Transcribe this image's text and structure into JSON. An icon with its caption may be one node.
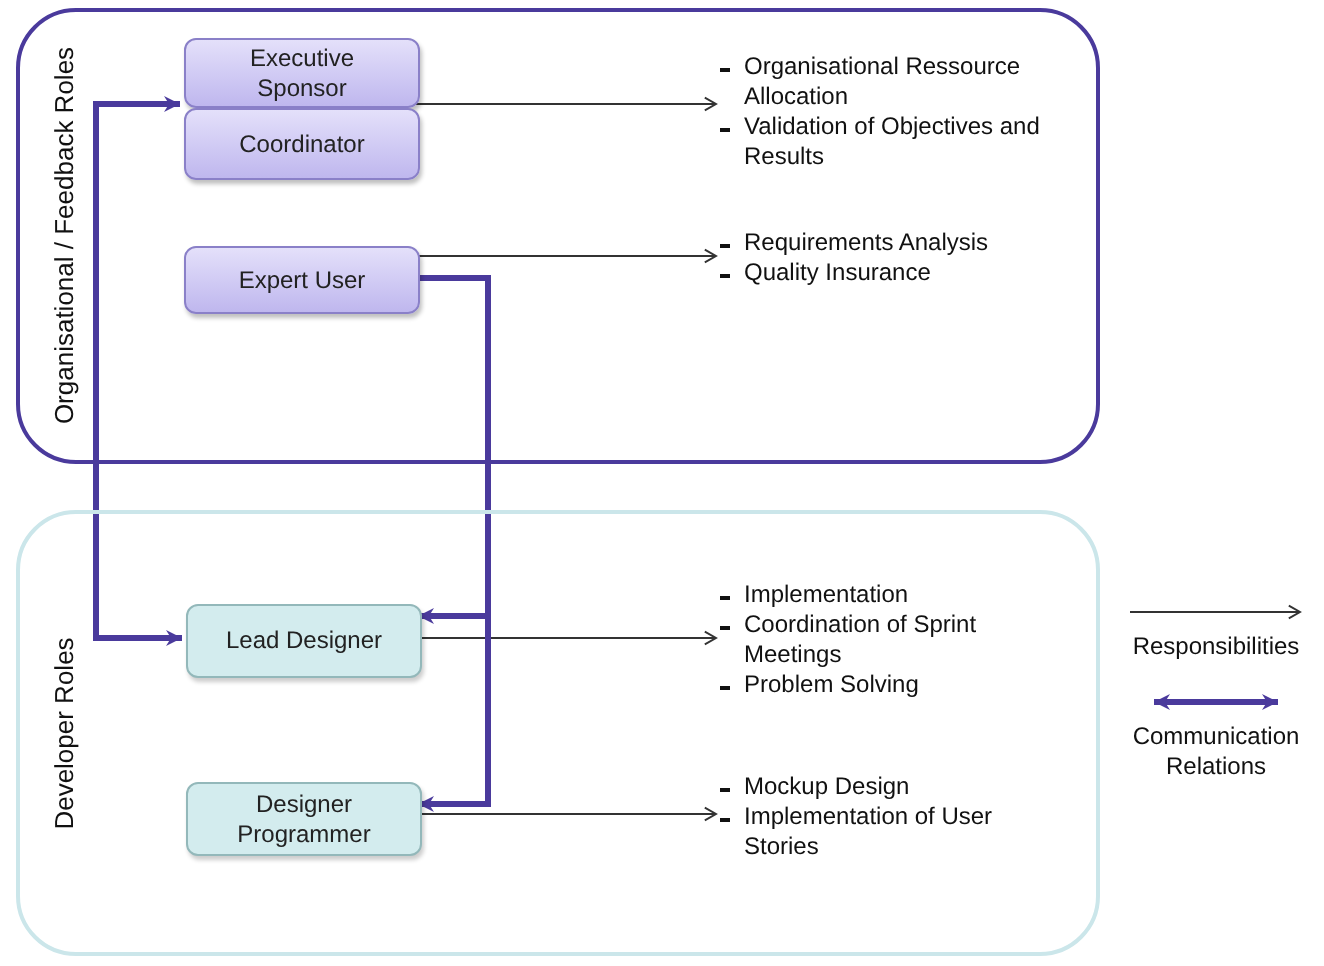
{
  "diagram": {
    "nodes": [
      {
        "text": [
          "Organisational / Feedback Roles"
        ]
      },
      {
        "text": [
          "Executive Sponsor"
        ],
        "in": 0
      },
      {
        "text": [
          "Coordinator"
        ],
        "in": 0
      },
      {
        "text": [
          "Expert User"
        ],
        "in": 0
      },
      {
        "text": [
          "Organisational Ressource Allocation",
          "Validation of Objectives and Results"
        ],
        "in": 0
      },
      {
        "text": [
          "Requirements Analysis",
          "Quality Insurance"
        ],
        "in": 0
      },
      {
        "text": [
          "Developer Roles"
        ]
      },
      {
        "text": [
          "Lead Designer"
        ],
        "in": 6
      },
      {
        "text": [
          "Designer Programmer"
        ],
        "in": 6
      },
      {
        "text": [
          "Implementation",
          "Coordination of Sprint Meetings",
          "Problem Solving"
        ],
        "in": 6
      },
      {
        "text": [
          "Mockup Design",
          "Implementation of User Stories"
        ],
        "in": 6
      }
    ],
    "edges": [
      {
        "from": 1,
        "to": 4,
        "arrow": "to"
      },
      {
        "from": 3,
        "to": 5,
        "arrow": "to"
      },
      {
        "from": 7,
        "to": 9,
        "arrow": "to"
      },
      {
        "from": 8,
        "to": 10,
        "arrow": "to"
      },
      {
        "from": 7,
        "to": 1,
        "arrow": "both",
        "style": "thick",
        "color": "#4a3a9c"
      },
      {
        "from": 3,
        "to": 7,
        "arrow": "to",
        "style": "thick",
        "color": "#4a3a9c"
      },
      {
        "from": 3,
        "to": 8,
        "arrow": "to",
        "style": "thick",
        "color": "#4a3a9c"
      }
    ],
    "legend": [
      {
        "text": "Responsibilities"
      },
      {
        "text": "Communication Relations"
      }
    ]
  }
}
